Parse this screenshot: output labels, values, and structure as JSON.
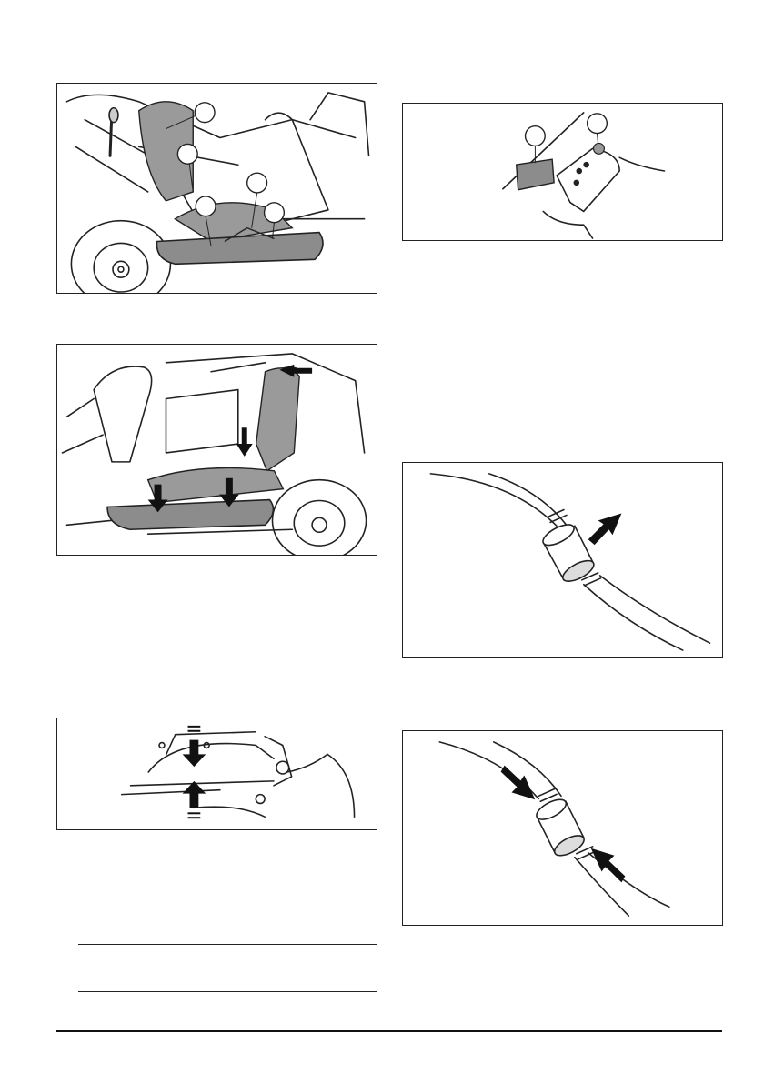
{
  "page": {
    "background": "#ffffff",
    "line_color": "#222222",
    "shade_color": "#8c8c8c",
    "footer_text": ""
  },
  "figures": [
    {
      "id": "fig-footplate-parts",
      "callouts": [
        "",
        "",
        "",
        "",
        ""
      ]
    },
    {
      "id": "fig-label-bracket",
      "callouts": [
        "",
        ""
      ]
    },
    {
      "id": "fig-footplate-removal"
    },
    {
      "id": "fig-fuel-filter"
    },
    {
      "id": "fig-cable-clamp"
    },
    {
      "id": "fig-fuel-filter-replace"
    }
  ]
}
